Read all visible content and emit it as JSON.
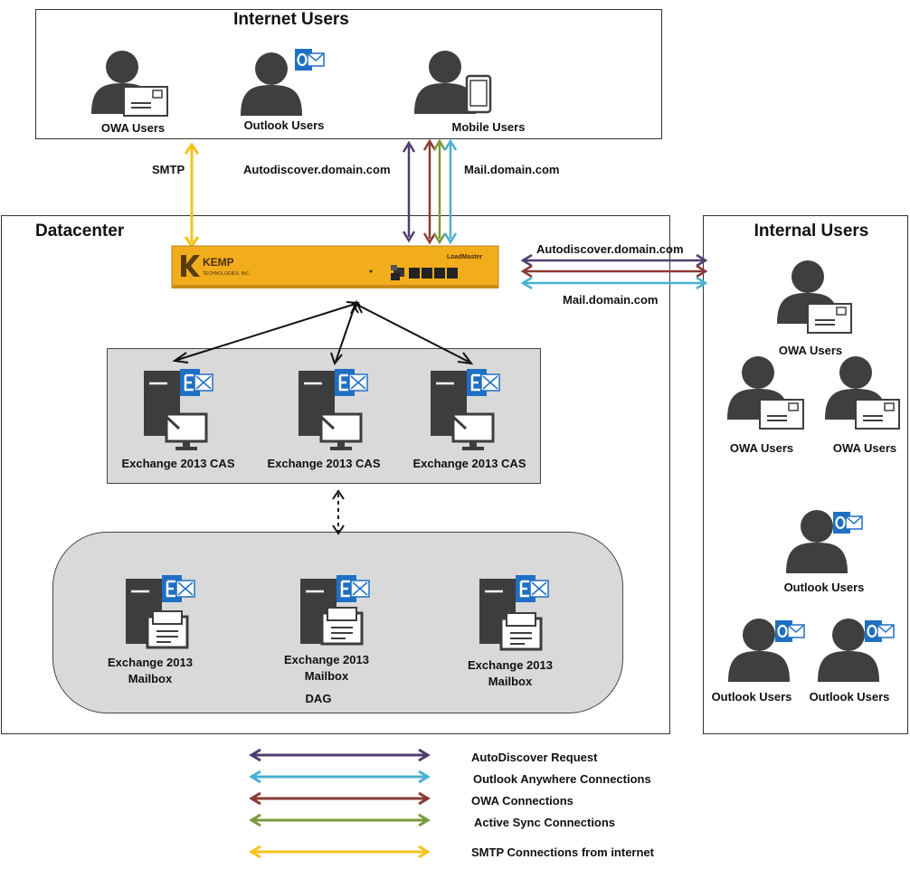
{
  "internet_users": {
    "title": "Internet Users",
    "owa_label": "OWA Users",
    "outlook_label": "Outlook Users",
    "mobile_label": "Mobile Users"
  },
  "connection_labels": {
    "smtp": "SMTP",
    "autodiscover_top": "Autodiscover.domain.com",
    "mail_top": "Mail.domain.com",
    "autodiscover_side": "Autodiscover.domain.com",
    "mail_side": "Mail.domain.com"
  },
  "datacenter": {
    "title": "Datacenter",
    "loadmaster": {
      "brand": "KEMP",
      "brand_sub": "TECHNOLOGIES, INC.",
      "model": "LoadMaster"
    },
    "cas_servers": [
      {
        "label": "Exchange 2013 CAS"
      },
      {
        "label": "Exchange 2013 CAS"
      },
      {
        "label": "Exchange 2013 CAS"
      }
    ],
    "mailbox_servers": [
      {
        "line1": "Exchange 2013",
        "line2": "Mailbox"
      },
      {
        "line1": "Exchange 2013",
        "line2": "Mailbox"
      },
      {
        "line1": "Exchange 2013",
        "line2": "Mailbox"
      }
    ],
    "dag_label": "DAG"
  },
  "internal_users": {
    "title": "Internal Users",
    "owa_labels": [
      "OWA Users",
      "OWA Users",
      "OWA Users"
    ],
    "outlook_labels": [
      "Outlook Users",
      "Outlook Users",
      "Outlook Users"
    ]
  },
  "legend": [
    {
      "label": "AutoDiscover Request",
      "color": "#4f3f6e"
    },
    {
      "label": "Outlook Anywhere Connections",
      "color": "#4ab0d0"
    },
    {
      "label": "OWA Connections",
      "color": "#8b3a36"
    },
    {
      "label": "Active Sync Connections",
      "color": "#7a9a3a"
    },
    {
      "label": "SMTP Connections from internet",
      "color": "#f5c21b"
    }
  ],
  "colors": {
    "autodiscover": "#4f3f6e",
    "outlook_anywhere": "#4ab0d0",
    "owa": "#8b3a36",
    "activesync": "#7a9a3a",
    "smtp": "#f5c21b",
    "loadmaster_body": "#f2ad1d",
    "exchange_blue": "#1f6fc4",
    "server_gray": "#3d3d3d"
  }
}
